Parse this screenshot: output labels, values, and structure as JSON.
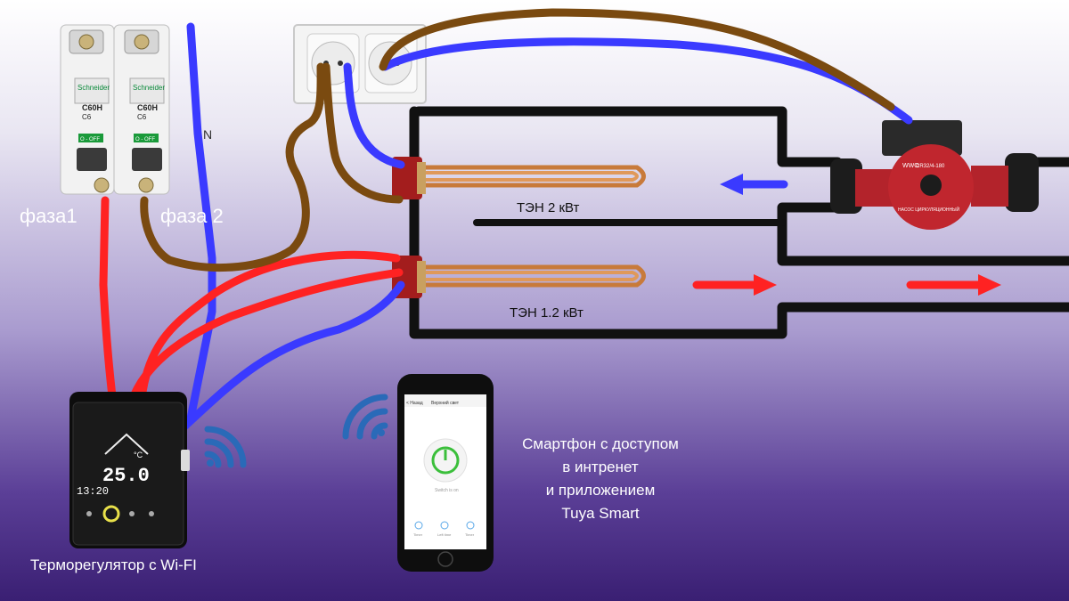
{
  "labels": {
    "phase1": "фаза1",
    "phase2": "фаза 2",
    "neutral": "N",
    "heater_2kw": "ТЭН 2 кВт",
    "heater_1_2kw": "ТЭН 1.2 кВт",
    "smartphone_caption": [
      "Смартфон с доступом",
      "в интренет",
      "и приложением",
      "Tuya Smart"
    ],
    "thermostat_caption": "Терморегулятор с Wi-FI"
  },
  "breakers": [
    {
      "brand": "Schneider",
      "model": "C60H",
      "rating": "C6",
      "state": "O - OFF"
    },
    {
      "brand": "Schneider",
      "model": "C60H",
      "rating": "C6",
      "state": "O - OFF"
    }
  ],
  "thermostat": {
    "temperature": "25.0",
    "unit": "°C",
    "clock": "13:20"
  },
  "phone_app": {
    "back": "< Назад",
    "title": "Верхний свет",
    "status": "Switch is on",
    "actions": [
      "Timer",
      "Left time",
      "Timer"
    ]
  },
  "pump": {
    "brand": "WWO",
    "model": "CR32/4-180",
    "text": "НАСОС ЦИРКУЛЯЦИОННЫЙ"
  },
  "colors": {
    "phase1_wire": "#ff2222",
    "phase2_wire": "#7a4a10",
    "neutral_wire": "#3a3aff",
    "pipe": "#111111",
    "cold_arrow": "#3a3aff",
    "hot_arrow": "#ff2222"
  }
}
